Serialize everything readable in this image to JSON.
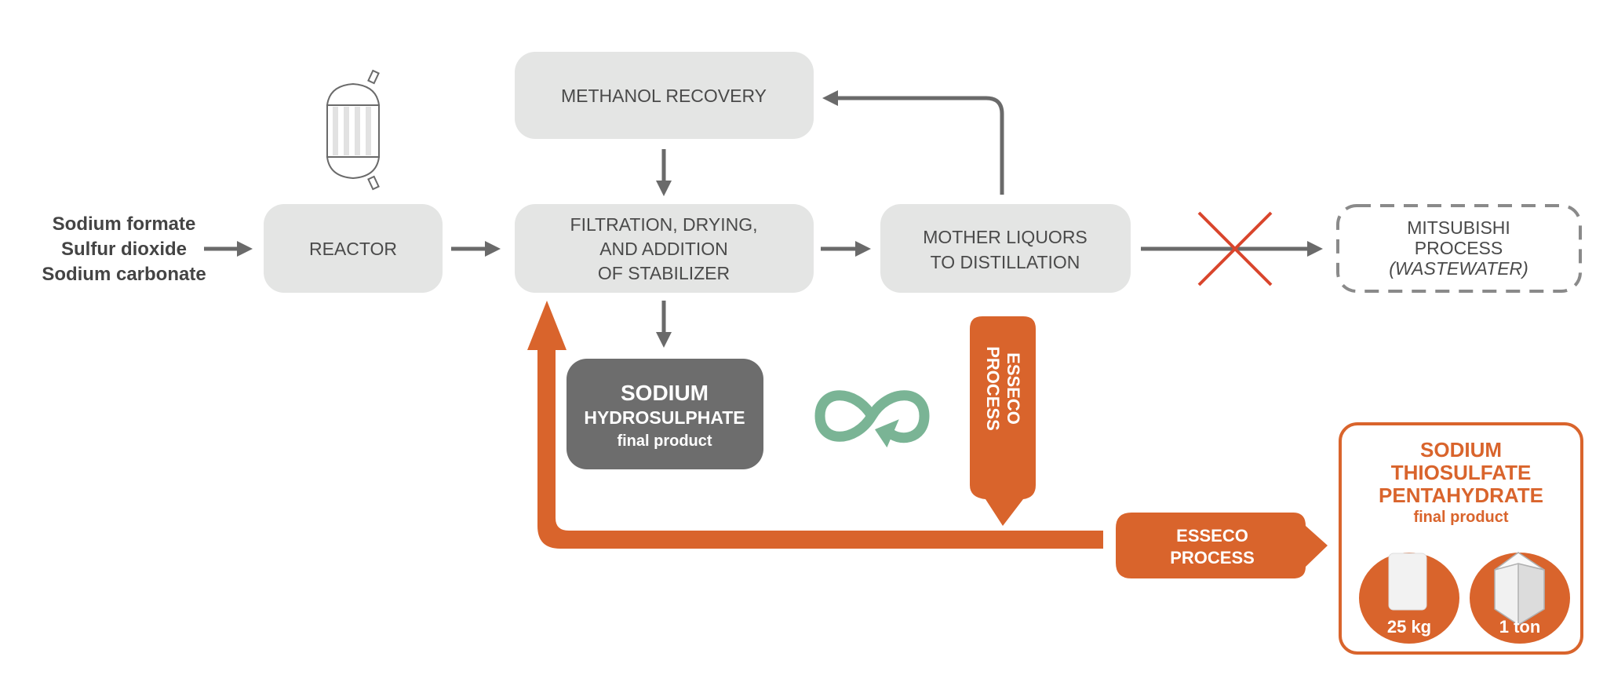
{
  "inputs": [
    "Sodium formate",
    "Sulfur dioxide",
    "Sodium carbonate"
  ],
  "reactor": {
    "label": "REACTOR"
  },
  "methanol": {
    "label": "METHANOL RECOVERY"
  },
  "filtration": {
    "lines": [
      "FILTRATION, DRYING,",
      "AND ADDITION",
      "OF STABILIZER"
    ]
  },
  "mother": {
    "lines": [
      "MOTHER LIQUORS",
      "TO DISTILLATION"
    ]
  },
  "mitsubishi": {
    "lines": [
      "MITSUBISHI",
      "PROCESS",
      "(WASTEWATER)"
    ]
  },
  "hydrosulphate": {
    "lines": [
      "SODIUM",
      "HYDROSULPHATE",
      "final product"
    ]
  },
  "esseco_vertical": {
    "lines": [
      "ESSECO",
      "PROCESS"
    ]
  },
  "esseco_horizontal": {
    "lines": [
      "ESSECO",
      "PROCESS"
    ]
  },
  "thiosulfate": {
    "lines": [
      "SODIUM",
      "THIOSULFATE",
      "PENTAHYDRATE",
      "final product"
    ],
    "packages": [
      "25 kg",
      "1 ton"
    ]
  },
  "colors": {
    "orange": "#d9642c",
    "gray_box": "#e4e5e4",
    "dark_box": "#6d6d6d",
    "green": "#7ab495",
    "red": "#d9452c",
    "arrow": "#6a6a6a"
  }
}
